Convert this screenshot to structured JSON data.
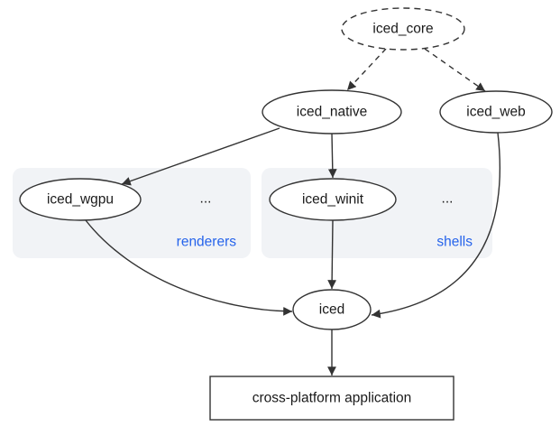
{
  "diagram": {
    "nodes": {
      "iced_core": "iced_core",
      "iced_native": "iced_native",
      "iced_web": "iced_web",
      "iced_wgpu": "iced_wgpu",
      "iced_winit": "iced_winit",
      "iced": "iced",
      "application": "cross-platform application"
    },
    "groups": {
      "renderers": {
        "label": "renderers",
        "ellipsis": "..."
      },
      "shells": {
        "label": "shells",
        "ellipsis": "..."
      }
    },
    "edges": [
      {
        "from": "iced_core",
        "to": "iced_native",
        "style": "dashed"
      },
      {
        "from": "iced_core",
        "to": "iced_web",
        "style": "dashed"
      },
      {
        "from": "iced_native",
        "to": "iced_wgpu",
        "style": "solid"
      },
      {
        "from": "iced_native",
        "to": "iced_winit",
        "style": "solid"
      },
      {
        "from": "iced_wgpu",
        "to": "iced",
        "style": "solid"
      },
      {
        "from": "iced_winit",
        "to": "iced",
        "style": "solid"
      },
      {
        "from": "iced_web",
        "to": "iced",
        "style": "solid"
      },
      {
        "from": "iced",
        "to": "cross-platform application",
        "style": "solid"
      }
    ],
    "colors": {
      "stroke": "#333333",
      "text": "#1a1a1a",
      "node_fill": "#ffffff",
      "group_fill": "#f1f3f6",
      "group_label": "#2563eb",
      "background": "#ffffff"
    }
  }
}
